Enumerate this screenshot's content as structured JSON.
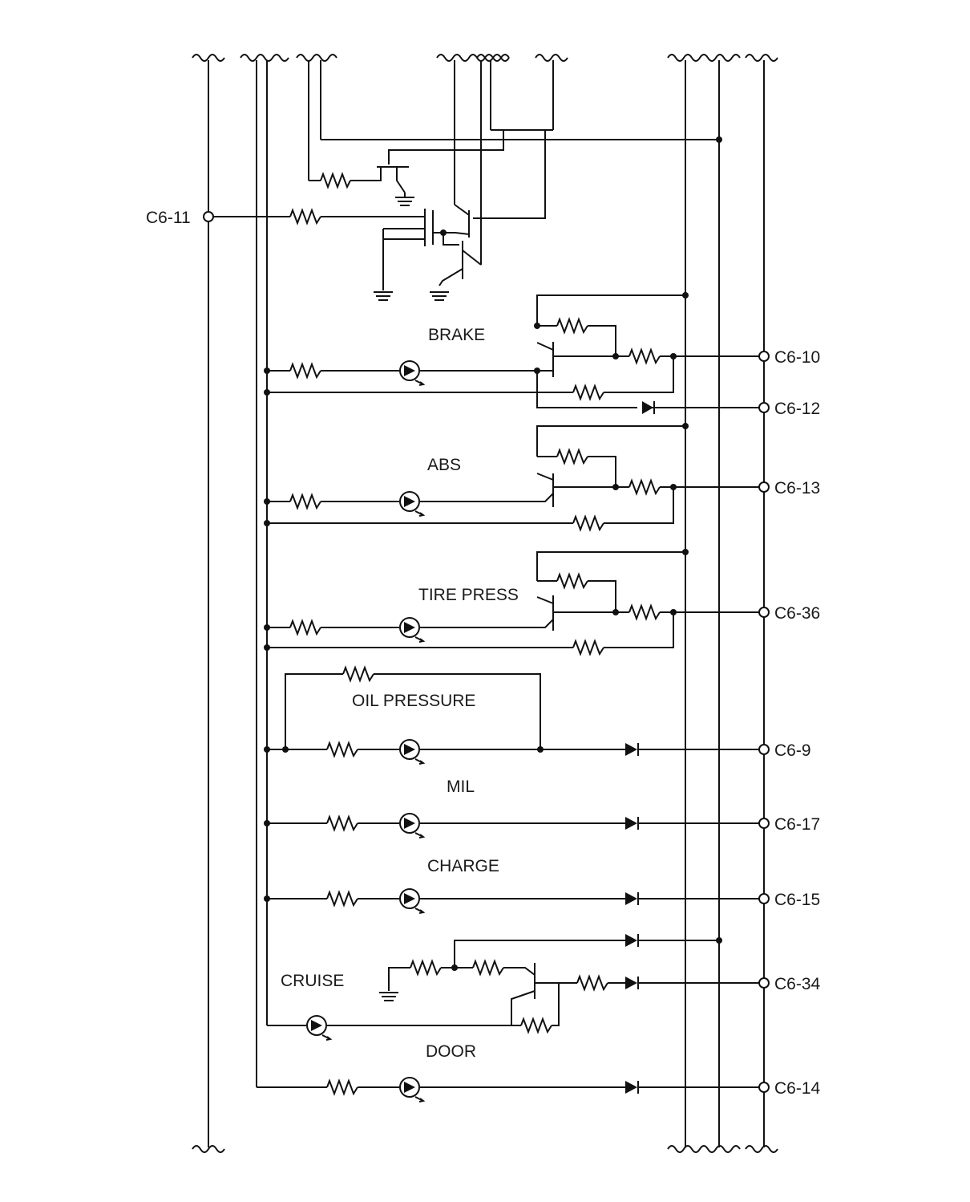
{
  "diagram": {
    "type": "wiring-schematic",
    "indicators": [
      {
        "id": "brake",
        "label": "BRAKE"
      },
      {
        "id": "abs",
        "label": "ABS"
      },
      {
        "id": "tire",
        "label": "TIRE PRESS"
      },
      {
        "id": "oil",
        "label": "OIL PRESSURE"
      },
      {
        "id": "mil",
        "label": "MIL"
      },
      {
        "id": "charge",
        "label": "CHARGE"
      },
      {
        "id": "cruise",
        "label": "CRUISE"
      },
      {
        "id": "door",
        "label": "DOOR"
      }
    ],
    "terminals": {
      "c6_11": "C6-11",
      "c6_10": "C6-10",
      "c6_12": "C6-12",
      "c6_13": "C6-13",
      "c6_36": "C6-36",
      "c6_9": "C6-9",
      "c6_17": "C6-17",
      "c6_15": "C6-15",
      "c6_34": "C6-34",
      "c6_14": "C6-14"
    },
    "colors": {
      "line": "#111111",
      "background": "#ffffff"
    }
  }
}
